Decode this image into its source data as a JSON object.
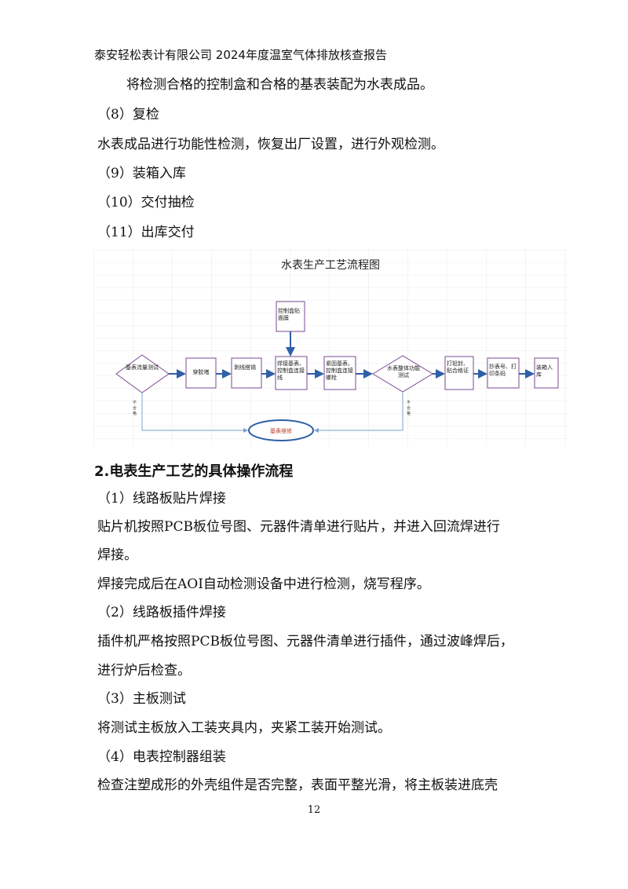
{
  "header": "泰安轻松表计有限公司 2024年度温室气体排放核查报告",
  "paragraphs": [
    "将检测合格的控制盒和合格的基表装配为水表成品。",
    "（8）复检",
    "水表成品进行功能性检测，恢复出厂设置，进行外观检测。",
    "（9）装箱入库",
    "（10）交付抽检",
    "（11）出库交付"
  ],
  "flowchart": {
    "title": "水表生产工艺流程图",
    "nodes": {
      "inspect": "基表流量测试",
      "pierce": "穿胶堵",
      "wire": "剥线搭锡",
      "weld": "焊接基表、控制盒连接线",
      "top": "控制盒贴面膜",
      "fasten": "紧固基表、控制盒连接螺栓",
      "func": "水表整体功能测试",
      "seal": "打铅封、贴合格证",
      "label": "抄表号、打印条码",
      "pack": "装箱入库",
      "repair": "基表维修"
    },
    "fail_label": "不合格"
  },
  "section2": {
    "heading": "2.电表生产工艺的具体操作流程",
    "lines": [
      "（1）线路板贴片焊接",
      "贴片机按照PCB板位号图、元器件清单进行贴片，并进入回流焊进行",
      "焊接。",
      "焊接完成后在AOI自动检测设备中进行检测，烧写程序。",
      "（2）线路板插件焊接",
      "插件机严格按照PCB板位号图、元器件清单进行插件，通过波峰焊后，",
      "进行炉后检查。",
      "（3）主板测试",
      "将测试主板放入工装夹具内，夹紧工装开始测试。",
      "（4）电表控制器组装",
      "检查注塑成形的外壳组件是否完整，表面平整光滑，将主板装进底壳"
    ]
  },
  "page_number": "12"
}
